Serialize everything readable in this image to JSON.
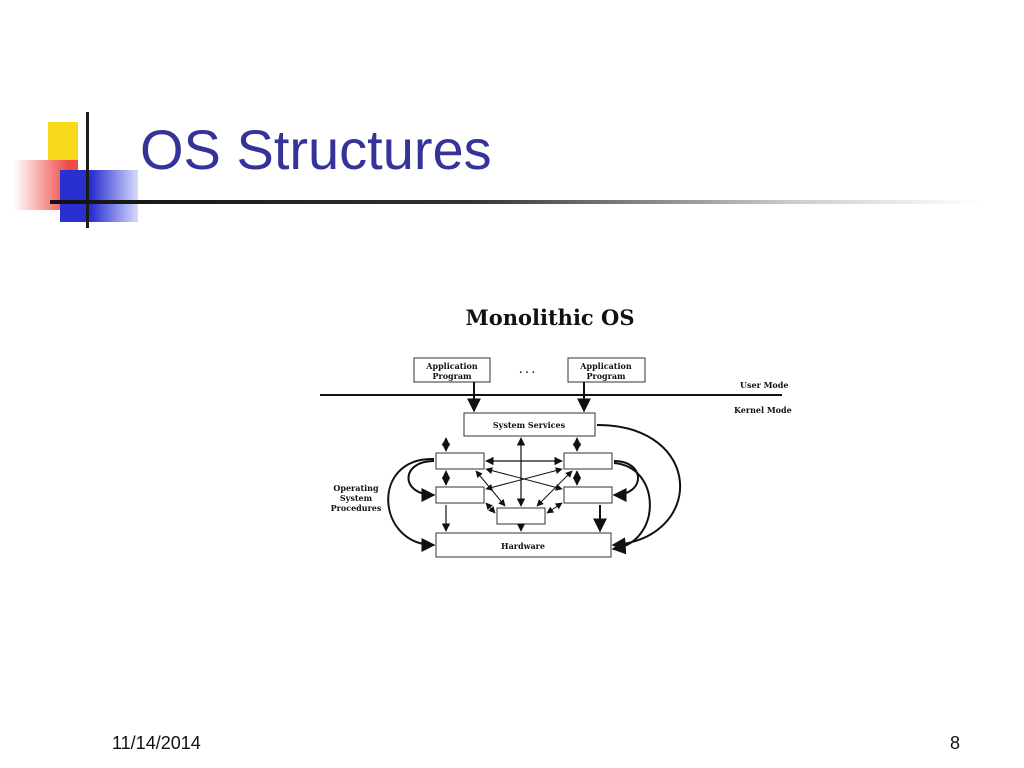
{
  "slide": {
    "title": "OS Structures",
    "date": "11/14/2014",
    "page_number": "8"
  },
  "diagram": {
    "title": "Monolithic OS",
    "app_left": [
      "Application",
      "Program"
    ],
    "app_right": [
      "Application",
      "Program"
    ],
    "ellipsis": ". . .",
    "user_mode": "User Mode",
    "kernel_mode": "Kernel Mode",
    "system_services": "System Services",
    "procedures_label": [
      "Operating",
      "System",
      "Procedures"
    ],
    "hardware": "Hardware"
  }
}
